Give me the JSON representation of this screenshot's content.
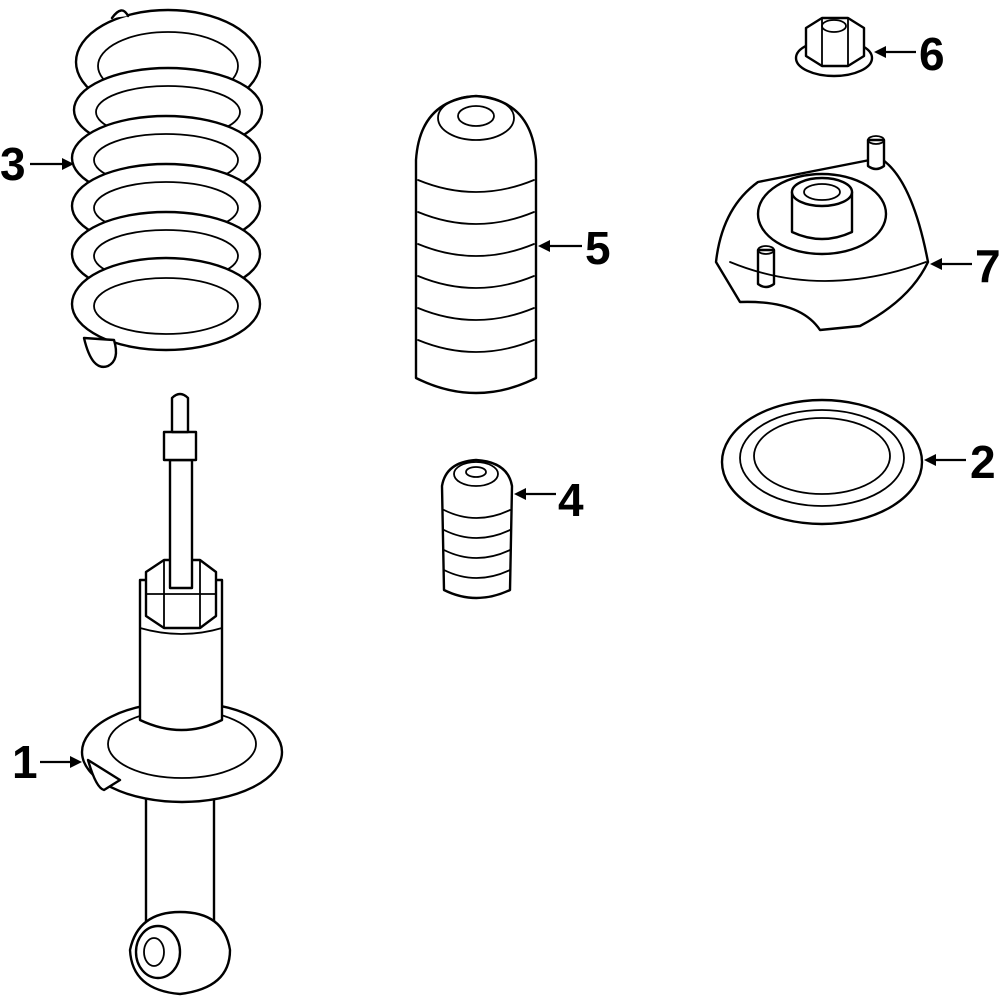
{
  "callouts": [
    {
      "number": "1"
    },
    {
      "number": "2"
    },
    {
      "number": "3"
    },
    {
      "number": "4"
    },
    {
      "number": "5"
    },
    {
      "number": "6"
    },
    {
      "number": "7"
    }
  ],
  "colors": {
    "line": "#000000",
    "background": "#ffffff"
  }
}
